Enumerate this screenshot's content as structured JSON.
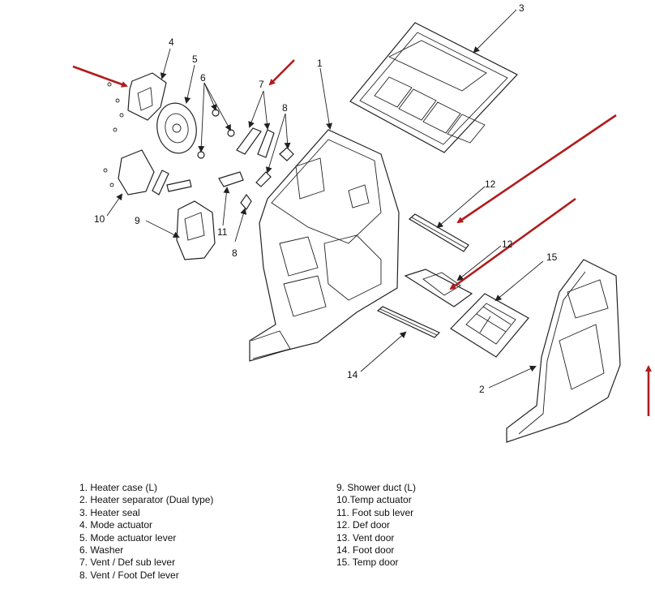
{
  "callouts": {
    "c1": "1",
    "c2": "2",
    "c3": "3",
    "c4": "4",
    "c5": "5",
    "c6": "6",
    "c7": "7",
    "c8a": "8",
    "c8b": "8",
    "c9": "9",
    "c10": "10",
    "c11": "11",
    "c12a": "12",
    "c12b": "12",
    "c14": "14",
    "c15": "15"
  },
  "legend": {
    "left": [
      "1. Heater case (L)",
      "2. Heater separator (Dual type)",
      "3. Heater seal",
      "4. Mode actuator",
      "5. Mode actuator lever",
      "6. Washer",
      "7. Vent /  Def sub lever",
      "8. Vent / Foot Def lever"
    ],
    "right": [
      "9. Shower duct (L)",
      "10.Temp actuator",
      "11. Foot sub lever",
      "12. Def door",
      "13. Vent door",
      "14. Foot door",
      "15. Temp door"
    ]
  },
  "colors": {
    "arrow": "#b01c1c",
    "ink": "#222222"
  }
}
